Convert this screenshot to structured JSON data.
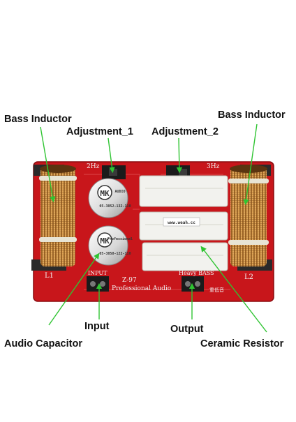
{
  "labels": {
    "bass_inductor_left": "Bass Inductor",
    "bass_inductor_right": "Bass Inductor",
    "adjustment_1": "Adjustment_1",
    "adjustment_2": "Adjustment_2",
    "input": "Input",
    "output": "Output",
    "audio_capacitor": "Audio Capacitor",
    "ceramic_resistor": "Ceramic Resistor"
  },
  "board": {
    "model": "Z-97",
    "brand": "Professional Audio",
    "input_label": "INPUT",
    "output_label": "Heavy BASS",
    "left_coil_label": "L1",
    "right_coil_label": "L2",
    "switch_left_label": "2Hz",
    "switch_right_label": "3Hz",
    "cap_brand": "MK",
    "cap_text": "AUDIO",
    "cap_sub": "Professional",
    "cap_code_top": "05-3052-132-110",
    "cap_code_bottom": "05-3058-122-110",
    "resistor_stamp": "www.weah.cc",
    "chinese_text": "重低音"
  },
  "colors": {
    "board": "#c8161b",
    "copper": "#c98a3a",
    "arrow": "#2fc432",
    "resistor": "#f2f2ee"
  }
}
